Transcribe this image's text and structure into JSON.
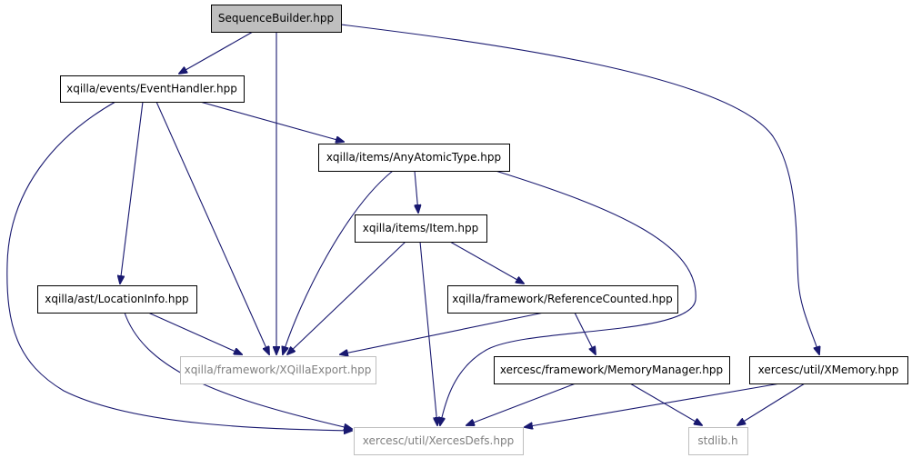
{
  "colors": {
    "edge": "#191970",
    "root_fill": "#bfbfbf",
    "root_border": "#000000",
    "node_border": "#000000",
    "external_border": "#bfbfbf",
    "text": "#000000",
    "external_text": "#808080"
  },
  "nodes": [
    {
      "id": "sequence-builder",
      "label": "SequenceBuilder.hpp",
      "kind": "root"
    },
    {
      "id": "event-handler",
      "label": "xqilla/events/EventHandler.hpp",
      "kind": "normal"
    },
    {
      "id": "any-atomic-type",
      "label": "xqilla/items/AnyAtomicType.hpp",
      "kind": "normal"
    },
    {
      "id": "item",
      "label": "xqilla/items/Item.hpp",
      "kind": "normal"
    },
    {
      "id": "location-info",
      "label": "xqilla/ast/LocationInfo.hpp",
      "kind": "normal"
    },
    {
      "id": "reference-counted",
      "label": "xqilla/framework/ReferenceCounted.hpp",
      "kind": "normal"
    },
    {
      "id": "xqilla-export",
      "label": "xqilla/framework/XQillaExport.hpp",
      "kind": "external"
    },
    {
      "id": "memory-manager",
      "label": "xercesc/framework/MemoryManager.hpp",
      "kind": "normal"
    },
    {
      "id": "xmemory",
      "label": "xercesc/util/XMemory.hpp",
      "kind": "normal"
    },
    {
      "id": "xerces-defs",
      "label": "xercesc/util/XercesDefs.hpp",
      "kind": "external"
    },
    {
      "id": "stdlib",
      "label": "stdlib.h",
      "kind": "external"
    }
  ],
  "edges": [
    {
      "from": "sequence-builder",
      "to": "event-handler"
    },
    {
      "from": "sequence-builder",
      "to": "xqilla-export"
    },
    {
      "from": "sequence-builder",
      "to": "xmemory"
    },
    {
      "from": "event-handler",
      "to": "xerces-defs"
    },
    {
      "from": "event-handler",
      "to": "location-info"
    },
    {
      "from": "event-handler",
      "to": "xqilla-export"
    },
    {
      "from": "event-handler",
      "to": "any-atomic-type"
    },
    {
      "from": "any-atomic-type",
      "to": "xqilla-export"
    },
    {
      "from": "any-atomic-type",
      "to": "item"
    },
    {
      "from": "any-atomic-type",
      "to": "xerces-defs"
    },
    {
      "from": "item",
      "to": "xqilla-export"
    },
    {
      "from": "item",
      "to": "xerces-defs"
    },
    {
      "from": "item",
      "to": "reference-counted"
    },
    {
      "from": "location-info",
      "to": "xqilla-export"
    },
    {
      "from": "location-info",
      "to": "xerces-defs"
    },
    {
      "from": "reference-counted",
      "to": "xqilla-export"
    },
    {
      "from": "reference-counted",
      "to": "memory-manager"
    },
    {
      "from": "memory-manager",
      "to": "xerces-defs"
    },
    {
      "from": "memory-manager",
      "to": "stdlib"
    },
    {
      "from": "xmemory",
      "to": "xerces-defs"
    },
    {
      "from": "xmemory",
      "to": "stdlib"
    }
  ]
}
